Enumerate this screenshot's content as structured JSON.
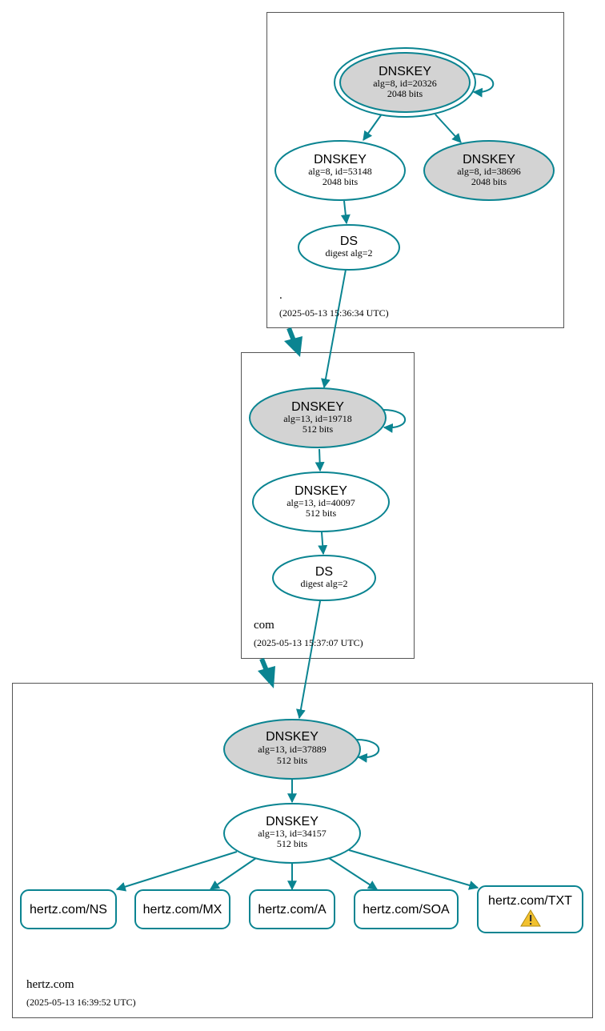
{
  "colors": {
    "edge": "#0a8491",
    "ksk_fill": "#d3d3d3",
    "zsk_fill": "#ffffff",
    "warning": "#f2c12e"
  },
  "zones": [
    {
      "name": ".",
      "timestamp": "(2025-05-13 15:36:34 UTC)",
      "nodes": [
        {
          "type": "DNSKEY",
          "line1": "alg=8, id=20326",
          "line2": "2048 bits"
        },
        {
          "type": "DNSKEY",
          "line1": "alg=8, id=53148",
          "line2": "2048 bits"
        },
        {
          "type": "DNSKEY",
          "line1": "alg=8, id=38696",
          "line2": "2048 bits"
        },
        {
          "type": "DS",
          "line1": "digest alg=2"
        }
      ]
    },
    {
      "name": "com",
      "timestamp": "(2025-05-13 15:37:07 UTC)",
      "nodes": [
        {
          "type": "DNSKEY",
          "line1": "alg=13, id=19718",
          "line2": "512 bits"
        },
        {
          "type": "DNSKEY",
          "line1": "alg=13, id=40097",
          "line2": "512 bits"
        },
        {
          "type": "DS",
          "line1": "digest alg=2"
        }
      ]
    },
    {
      "name": "hertz.com",
      "timestamp": "(2025-05-13 16:39:52 UTC)",
      "nodes": [
        {
          "type": "DNSKEY",
          "line1": "alg=13, id=37889",
          "line2": "512 bits"
        },
        {
          "type": "DNSKEY",
          "line1": "alg=13, id=34157",
          "line2": "512 bits"
        }
      ],
      "rrsets": [
        "hertz.com/NS",
        "hertz.com/MX",
        "hertz.com/A",
        "hertz.com/SOA",
        "hertz.com/TXT"
      ],
      "warning_icon": "warning-triangle-icon"
    }
  ]
}
